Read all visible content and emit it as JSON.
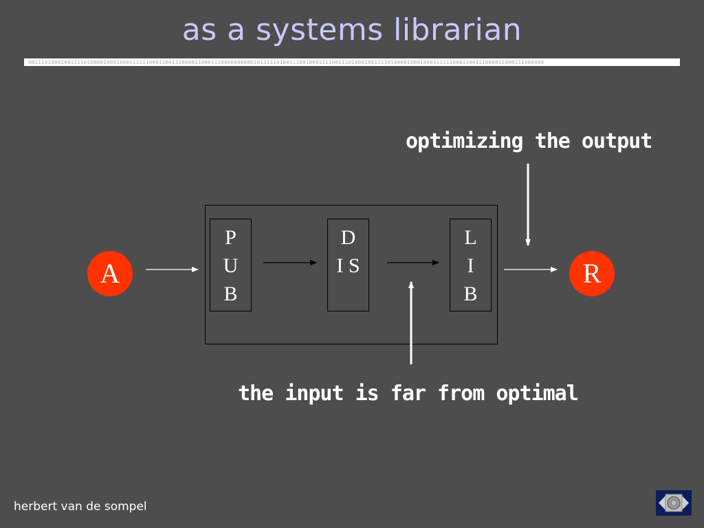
{
  "slide": {
    "title": "as a systems librarian",
    "binary_strip": "00111010001001111010000100010001111110001100111000011000111000000000010111110100111001000111100111010001001111010000100010001111110001100111000011000111000000",
    "label_top": "optimizing the output",
    "label_bottom": "the input is far from optimal",
    "footer": "herbert van de sompel"
  },
  "diagram": {
    "source_node": "A",
    "target_node": "R",
    "stages": [
      {
        "lines": [
          "P",
          "U",
          "B"
        ]
      },
      {
        "lines": [
          "D",
          "I S"
        ]
      },
      {
        "lines": [
          "L",
          "I",
          "B"
        ]
      }
    ]
  },
  "colors": {
    "background": "#4d4d4d",
    "title": "#c8c8ff",
    "node_fill": "#ff3300",
    "text": "#ffffff"
  },
  "icons": {
    "nav_button": "home-nav-icon"
  }
}
